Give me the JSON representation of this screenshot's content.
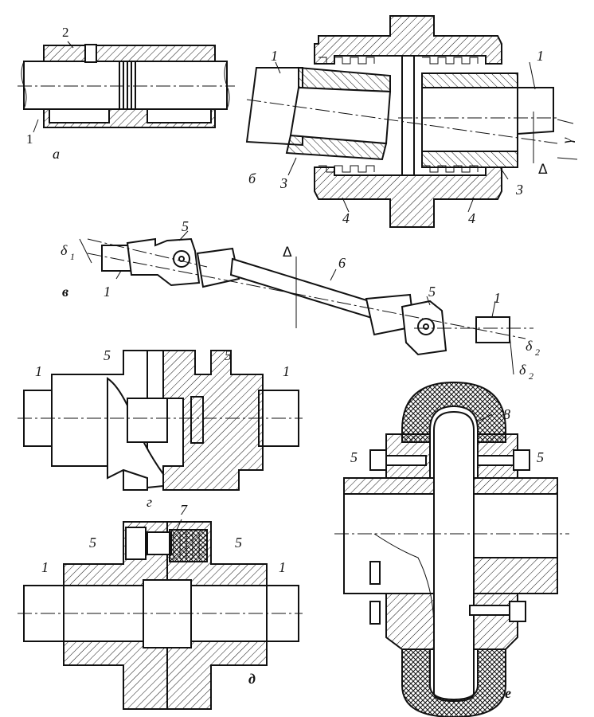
{
  "figure": {
    "panel_labels": {
      "a": "а",
      "b": "б",
      "v": "в",
      "g": "г",
      "d": "д",
      "e": "е"
    },
    "part_numbers": {
      "shaft": "1",
      "sleeve": "2",
      "hub_toothed": "3",
      "holder": "4",
      "half_coupling": "5",
      "intermediate_shaft": "6",
      "spring": "7",
      "rubber_shell": "8"
    },
    "symbols": {
      "delta": "Δ",
      "angle_gamma": "γ",
      "delta1": "δ",
      "delta1_sub": "1",
      "delta2": "δ",
      "delta2_sub": "2"
    }
  }
}
